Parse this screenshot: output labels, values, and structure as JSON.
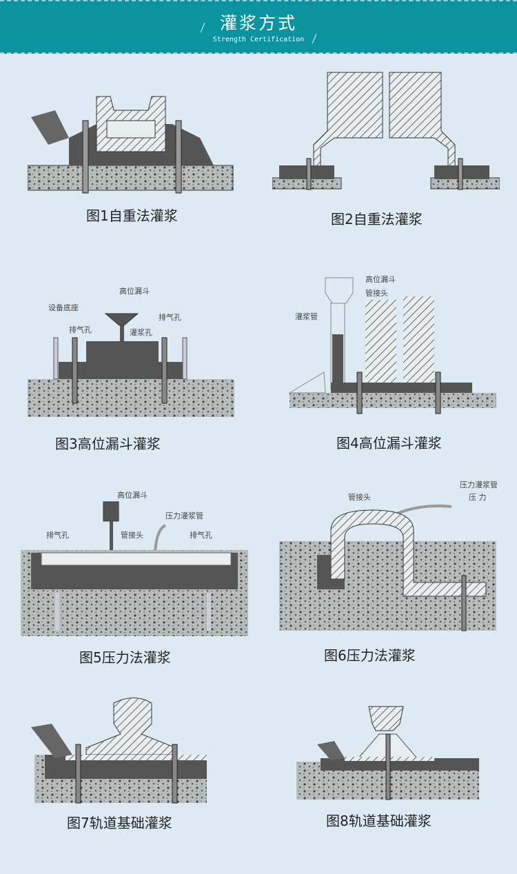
{
  "header": {
    "title": "灌浆方式",
    "subtitle": "Strength Certification"
  },
  "figures": [
    {
      "caption": "图1自重法灌浆",
      "labels": []
    },
    {
      "caption": "图2自重法灌浆",
      "labels": []
    },
    {
      "caption": "图3高位漏斗灌浆",
      "labels": [
        "高位漏斗",
        "设备底座",
        "排气孔",
        "灌浆孔",
        "排气孔"
      ]
    },
    {
      "caption": "图4高位漏斗灌浆",
      "labels": [
        "高位漏斗",
        "管接头",
        "灌浆管"
      ]
    },
    {
      "caption": "图5压力法灌浆",
      "labels": [
        "高位漏斗",
        "压力灌浆管",
        "管接头",
        "排气孔",
        "排气孔"
      ]
    },
    {
      "caption": "图6压力法灌浆",
      "labels": [
        "管接头",
        "压力灌浆管",
        "压 力"
      ]
    },
    {
      "caption": "图7轨道基础灌浆",
      "labels": []
    },
    {
      "caption": "图8轨道基础灌浆",
      "labels": []
    }
  ],
  "colors": {
    "header": "#0b949f",
    "background": "#dde9f3"
  }
}
